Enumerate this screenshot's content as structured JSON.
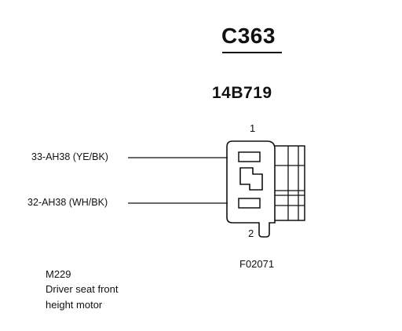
{
  "connector": {
    "id": "C363",
    "part_number": "14B719",
    "pin1_number": "1",
    "pin2_number": "2"
  },
  "wires": [
    {
      "label": "33-AH38 (YE/BK)"
    },
    {
      "label": "32-AH38 (WH/BK)"
    }
  ],
  "figure_code": "F02071",
  "component": {
    "code": "M229",
    "description_line1": "Driver seat front",
    "description_line2": "height motor"
  }
}
